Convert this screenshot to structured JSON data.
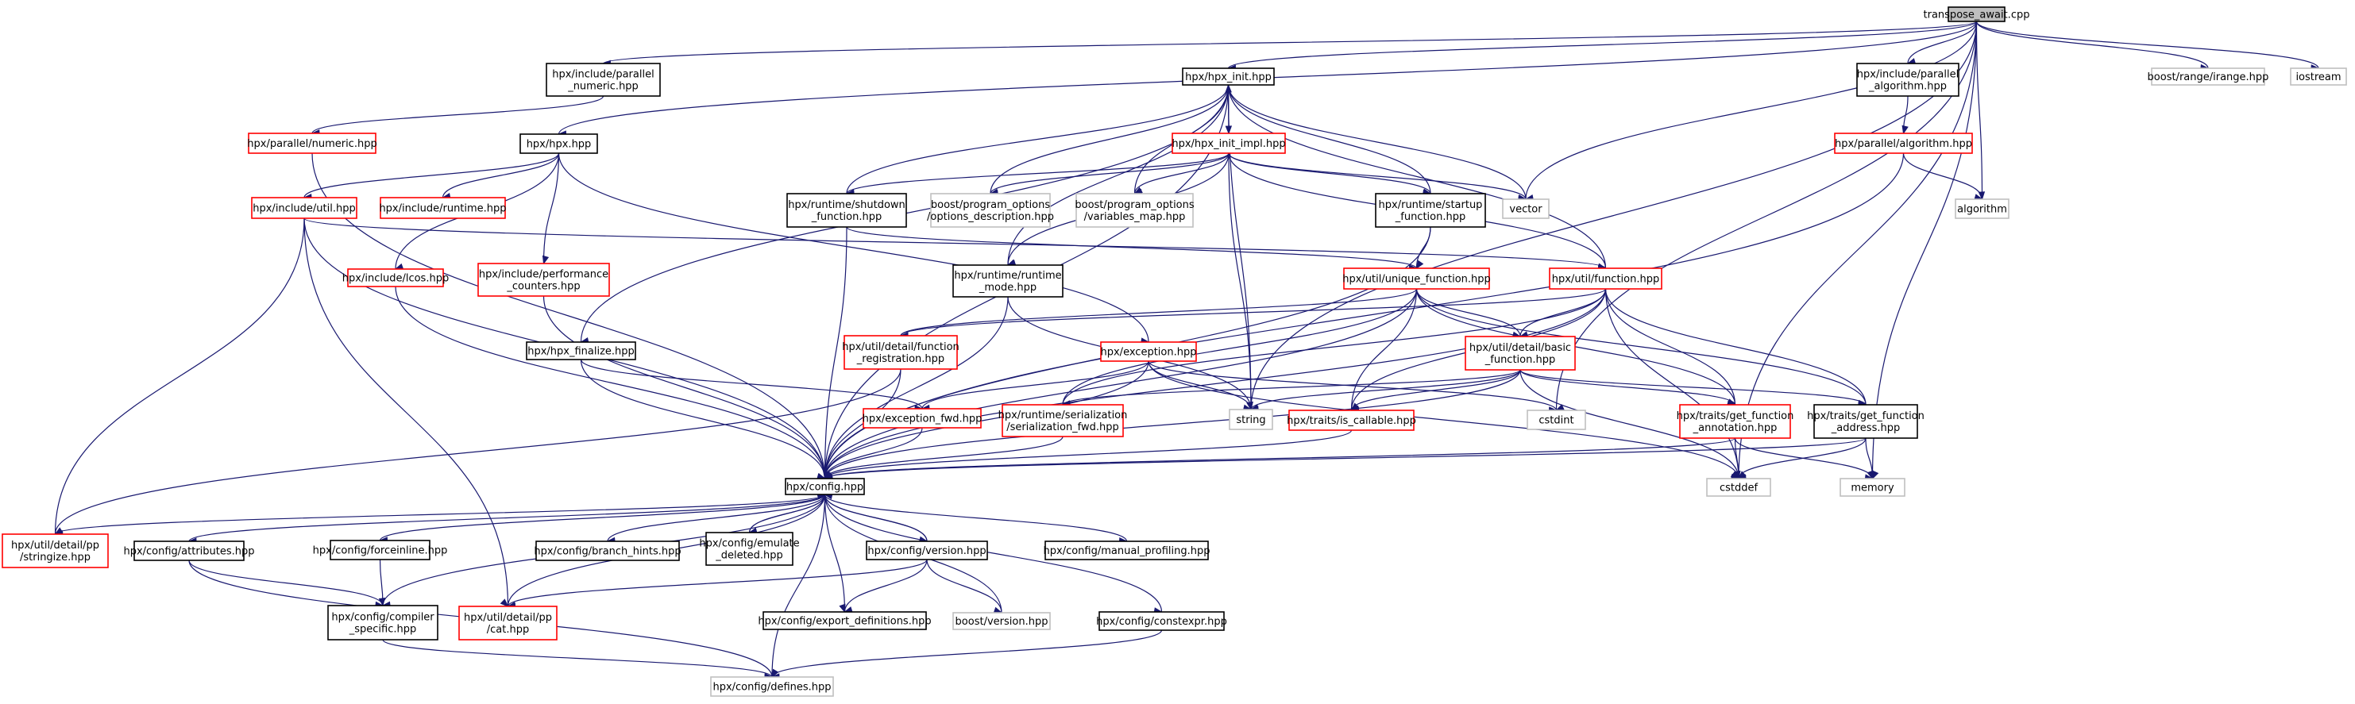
{
  "colors": {
    "edge": "#191970",
    "documented_border": "#000000",
    "undocumented_border": "#ff0000",
    "external_border": "#bfbfbf",
    "root_fill": "#bfbfbf"
  },
  "graph": {
    "nodes": [
      {
        "id": "root",
        "kind": "root",
        "lines": [
          "transpose_await.cpp"
        ]
      },
      {
        "id": "parallel_numeric",
        "kind": "documented",
        "lines": [
          "hpx/include/parallel",
          "_numeric.hpp"
        ]
      },
      {
        "id": "hpx_init",
        "kind": "documented",
        "lines": [
          "hpx/hpx_init.hpp"
        ]
      },
      {
        "id": "parallel_algorithm",
        "kind": "documented",
        "lines": [
          "hpx/include/parallel",
          "_algorithm.hpp"
        ]
      },
      {
        "id": "irange",
        "kind": "external",
        "lines": [
          "boost/range/irange.hpp"
        ]
      },
      {
        "id": "iostream",
        "kind": "external",
        "lines": [
          "iostream"
        ]
      },
      {
        "id": "hpx_parallel_numeric",
        "kind": "undocumented",
        "lines": [
          "hpx/parallel/numeric.hpp"
        ]
      },
      {
        "id": "hpx_hpp",
        "kind": "documented",
        "lines": [
          "hpx/hpx.hpp"
        ]
      },
      {
        "id": "hpx_init_impl",
        "kind": "undocumented",
        "lines": [
          "hpx/hpx_init_impl.hpp"
        ]
      },
      {
        "id": "hpx_parallel_algorithm",
        "kind": "undocumented",
        "lines": [
          "hpx/parallel/algorithm.hpp"
        ]
      },
      {
        "id": "include_util",
        "kind": "undocumented",
        "lines": [
          "hpx/include/util.hpp"
        ]
      },
      {
        "id": "include_runtime",
        "kind": "undocumented",
        "lines": [
          "hpx/include/runtime.hpp"
        ]
      },
      {
        "id": "shutdown_function",
        "kind": "documented",
        "lines": [
          "hpx/runtime/shutdown",
          "_function.hpp"
        ]
      },
      {
        "id": "options_description",
        "kind": "external",
        "lines": [
          "boost/program_options",
          "/options_description.hpp"
        ]
      },
      {
        "id": "variables_map",
        "kind": "external",
        "lines": [
          "boost/program_options",
          "/variables_map.hpp"
        ]
      },
      {
        "id": "startup_function",
        "kind": "documented",
        "lines": [
          "hpx/runtime/startup",
          "_function.hpp"
        ]
      },
      {
        "id": "vector",
        "kind": "external",
        "lines": [
          "vector"
        ]
      },
      {
        "id": "algorithm",
        "kind": "external",
        "lines": [
          "algorithm"
        ]
      },
      {
        "id": "lcos",
        "kind": "undocumented",
        "lines": [
          "hpx/include/lcos.hpp"
        ]
      },
      {
        "id": "performance_counters",
        "kind": "undocumented",
        "lines": [
          "hpx/include/performance",
          "_counters.hpp"
        ]
      },
      {
        "id": "runtime_mode",
        "kind": "documented",
        "lines": [
          "hpx/runtime/runtime",
          "_mode.hpp"
        ]
      },
      {
        "id": "unique_function",
        "kind": "undocumented",
        "lines": [
          "hpx/util/unique_function.hpp"
        ]
      },
      {
        "id": "util_function",
        "kind": "undocumented",
        "lines": [
          "hpx/util/function.hpp"
        ]
      },
      {
        "id": "hpx_finalize",
        "kind": "documented",
        "lines": [
          "hpx/hpx_finalize.hpp"
        ]
      },
      {
        "id": "function_registration",
        "kind": "undocumented",
        "lines": [
          "hpx/util/detail/function",
          "_registration.hpp"
        ]
      },
      {
        "id": "exception",
        "kind": "undocumented",
        "lines": [
          "hpx/exception.hpp"
        ]
      },
      {
        "id": "basic_function",
        "kind": "undocumented",
        "lines": [
          "hpx/util/detail/basic",
          "_function.hpp"
        ]
      },
      {
        "id": "exception_fwd",
        "kind": "undocumented",
        "lines": [
          "hpx/exception_fwd.hpp"
        ]
      },
      {
        "id": "serialization_fwd",
        "kind": "undocumented",
        "lines": [
          "hpx/runtime/serialization",
          "/serialization_fwd.hpp"
        ]
      },
      {
        "id": "string",
        "kind": "external",
        "lines": [
          "string"
        ]
      },
      {
        "id": "is_callable",
        "kind": "undocumented",
        "lines": [
          "hpx/traits/is_callable.hpp"
        ]
      },
      {
        "id": "cstdint",
        "kind": "external",
        "lines": [
          "cstdint"
        ]
      },
      {
        "id": "get_function_annotation",
        "kind": "undocumented",
        "lines": [
          "hpx/traits/get_function",
          "_annotation.hpp"
        ]
      },
      {
        "id": "get_function_address",
        "kind": "documented",
        "lines": [
          "hpx/traits/get_function",
          "_address.hpp"
        ]
      },
      {
        "id": "config",
        "kind": "documented",
        "lines": [
          "hpx/config.hpp"
        ]
      },
      {
        "id": "cstddef",
        "kind": "external",
        "lines": [
          "cstddef"
        ]
      },
      {
        "id": "memory",
        "kind": "external",
        "lines": [
          "memory"
        ]
      },
      {
        "id": "stringize",
        "kind": "undocumented",
        "lines": [
          "hpx/util/detail/pp",
          "/stringize.hpp"
        ]
      },
      {
        "id": "attributes",
        "kind": "documented",
        "lines": [
          "hpx/config/attributes.hpp"
        ]
      },
      {
        "id": "forceinline",
        "kind": "documented",
        "lines": [
          "hpx/config/forceinline.hpp"
        ]
      },
      {
        "id": "branch_hints",
        "kind": "documented",
        "lines": [
          "hpx/config/branch_hints.hpp"
        ]
      },
      {
        "id": "emulate_deleted",
        "kind": "documented",
        "lines": [
          "hpx/config/emulate",
          "_deleted.hpp"
        ]
      },
      {
        "id": "config_version",
        "kind": "documented",
        "lines": [
          "hpx/config/version.hpp"
        ]
      },
      {
        "id": "manual_profiling",
        "kind": "documented",
        "lines": [
          "hpx/config/manual_profiling.hpp"
        ]
      },
      {
        "id": "compiler_specific",
        "kind": "documented",
        "lines": [
          "hpx/config/compiler",
          "_specific.hpp"
        ]
      },
      {
        "id": "pp_cat",
        "kind": "undocumented",
        "lines": [
          "hpx/util/detail/pp",
          "/cat.hpp"
        ]
      },
      {
        "id": "export_definitions",
        "kind": "documented",
        "lines": [
          "hpx/config/export_definitions.hpp"
        ]
      },
      {
        "id": "boost_version",
        "kind": "external",
        "lines": [
          "boost/version.hpp"
        ]
      },
      {
        "id": "constexpr",
        "kind": "documented",
        "lines": [
          "hpx/config/constexpr.hpp"
        ]
      },
      {
        "id": "defines",
        "kind": "external",
        "lines": [
          "hpx/config/defines.hpp"
        ]
      }
    ],
    "edges": [
      [
        "root",
        "parallel_numeric"
      ],
      [
        "root",
        "hpx_init"
      ],
      [
        "root",
        "parallel_algorithm"
      ],
      [
        "root",
        "irange"
      ],
      [
        "root",
        "iostream"
      ],
      [
        "root",
        "hpx_hpp"
      ],
      [
        "root",
        "vector"
      ],
      [
        "root",
        "algorithm"
      ],
      [
        "root",
        "cstdint"
      ],
      [
        "root",
        "cstddef"
      ],
      [
        "root",
        "memory"
      ],
      [
        "root",
        "string"
      ],
      [
        "parallel_numeric",
        "hpx_parallel_numeric"
      ],
      [
        "parallel_algorithm",
        "hpx_parallel_algorithm"
      ],
      [
        "hpx_parallel_algorithm",
        "algorithm"
      ],
      [
        "hpx_parallel_algorithm",
        "config"
      ],
      [
        "hpx_parallel_numeric",
        "config"
      ],
      [
        "hpx_init",
        "hpx_init_impl"
      ],
      [
        "hpx_init",
        "shutdown_function"
      ],
      [
        "hpx_init",
        "options_description"
      ],
      [
        "hpx_init",
        "variables_map"
      ],
      [
        "hpx_init",
        "startup_function"
      ],
      [
        "hpx_init",
        "vector"
      ],
      [
        "hpx_init",
        "util_function"
      ],
      [
        "hpx_init",
        "hpx_finalize"
      ],
      [
        "hpx_init",
        "string"
      ],
      [
        "hpx_init",
        "config"
      ],
      [
        "hpx_init",
        "runtime_mode"
      ],
      [
        "hpx_init_impl",
        "hpx_init"
      ],
      [
        "hpx_init_impl",
        "shutdown_function"
      ],
      [
        "hpx_init_impl",
        "options_description"
      ],
      [
        "hpx_init_impl",
        "variables_map"
      ],
      [
        "hpx_init_impl",
        "startup_function"
      ],
      [
        "hpx_init_impl",
        "vector"
      ],
      [
        "hpx_init_impl",
        "runtime_mode"
      ],
      [
        "hpx_init_impl",
        "string"
      ],
      [
        "hpx_init_impl",
        "util_function"
      ],
      [
        "hpx_hpp",
        "include_util"
      ],
      [
        "hpx_hpp",
        "include_runtime"
      ],
      [
        "hpx_hpp",
        "lcos"
      ],
      [
        "hpx_hpp",
        "performance_counters"
      ],
      [
        "hpx_hpp",
        "exception"
      ],
      [
        "include_util",
        "util_function"
      ],
      [
        "include_util",
        "config"
      ],
      [
        "include_util",
        "stringize"
      ],
      [
        "include_util",
        "pp_cat"
      ],
      [
        "lcos",
        "config"
      ],
      [
        "performance_counters",
        "config"
      ],
      [
        "shutdown_function",
        "unique_function"
      ],
      [
        "shutdown_function",
        "config"
      ],
      [
        "startup_function",
        "unique_function"
      ],
      [
        "startup_function",
        "config"
      ],
      [
        "runtime_mode",
        "config"
      ],
      [
        "runtime_mode",
        "string"
      ],
      [
        "unique_function",
        "basic_function"
      ],
      [
        "unique_function",
        "function_registration"
      ],
      [
        "unique_function",
        "serialization_fwd"
      ],
      [
        "unique_function",
        "is_callable"
      ],
      [
        "unique_function",
        "get_function_annotation"
      ],
      [
        "unique_function",
        "get_function_address"
      ],
      [
        "unique_function",
        "config"
      ],
      [
        "util_function",
        "basic_function"
      ],
      [
        "util_function",
        "function_registration"
      ],
      [
        "util_function",
        "serialization_fwd"
      ],
      [
        "util_function",
        "is_callable"
      ],
      [
        "util_function",
        "get_function_annotation"
      ],
      [
        "util_function",
        "get_function_address"
      ],
      [
        "util_function",
        "config"
      ],
      [
        "util_function",
        "cstddef"
      ],
      [
        "hpx_finalize",
        "exception_fwd"
      ],
      [
        "hpx_finalize",
        "config"
      ],
      [
        "function_registration",
        "config"
      ],
      [
        "function_registration",
        "stringize"
      ],
      [
        "exception",
        "exception_fwd"
      ],
      [
        "exception",
        "string"
      ],
      [
        "exception",
        "cstdint"
      ],
      [
        "exception",
        "config"
      ],
      [
        "exception",
        "cstddef"
      ],
      [
        "basic_function",
        "serialization_fwd"
      ],
      [
        "basic_function",
        "is_callable"
      ],
      [
        "basic_function",
        "get_function_annotation"
      ],
      [
        "basic_function",
        "get_function_address"
      ],
      [
        "basic_function",
        "string"
      ],
      [
        "basic_function",
        "config"
      ],
      [
        "basic_function",
        "cstddef"
      ],
      [
        "exception_fwd",
        "config"
      ],
      [
        "serialization_fwd",
        "config"
      ],
      [
        "is_callable",
        "config"
      ],
      [
        "get_function_annotation",
        "config"
      ],
      [
        "get_function_annotation",
        "cstddef"
      ],
      [
        "get_function_annotation",
        "memory"
      ],
      [
        "get_function_address",
        "config"
      ],
      [
        "get_function_address",
        "cstddef"
      ],
      [
        "get_function_address",
        "memory"
      ],
      [
        "config",
        "stringize"
      ],
      [
        "config",
        "attributes"
      ],
      [
        "config",
        "forceinline"
      ],
      [
        "config",
        "branch_hints"
      ],
      [
        "config",
        "emulate_deleted"
      ],
      [
        "config",
        "config_version"
      ],
      [
        "config",
        "manual_profiling"
      ],
      [
        "config",
        "compiler_specific"
      ],
      [
        "config",
        "pp_cat"
      ],
      [
        "config",
        "export_definitions"
      ],
      [
        "config",
        "boost_version"
      ],
      [
        "config",
        "constexpr"
      ],
      [
        "config",
        "defines"
      ],
      [
        "emulate_deleted",
        "config"
      ],
      [
        "config_version",
        "config"
      ],
      [
        "attributes",
        "compiler_specific"
      ],
      [
        "attributes",
        "defines"
      ],
      [
        "forceinline",
        "compiler_specific"
      ],
      [
        "compiler_specific",
        "defines"
      ],
      [
        "config_version",
        "export_definitions"
      ],
      [
        "config_version",
        "boost_version"
      ],
      [
        "config_version",
        "pp_cat"
      ],
      [
        "constexpr",
        "defines"
      ]
    ]
  }
}
